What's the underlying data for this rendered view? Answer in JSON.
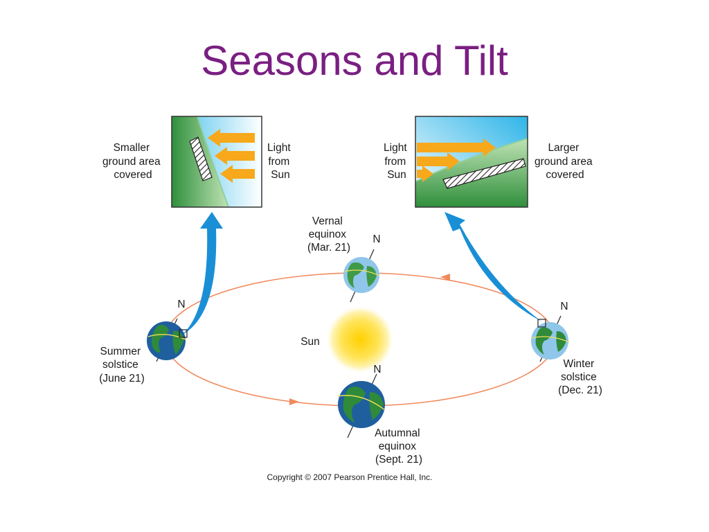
{
  "title": "Seasons and Tilt",
  "insets": {
    "left": {
      "ground_label": [
        "Smaller",
        "ground area",
        "covered"
      ],
      "light_label": [
        "Light",
        "from",
        "Sun"
      ]
    },
    "right": {
      "light_label": [
        "Light",
        "from",
        "Sun"
      ],
      "ground_label": [
        "Larger",
        "ground area",
        "covered"
      ]
    }
  },
  "orbit": {
    "sun_label": "Sun",
    "north_label": "N",
    "positions": {
      "vernal": [
        "Vernal",
        "equinox",
        "(Mar. 21)"
      ],
      "summer": [
        "Summer",
        "solstice",
        "(June 21)"
      ],
      "winter": [
        "Winter",
        "solstice",
        "(Dec. 21)"
      ],
      "autumnal": [
        "Autumnal",
        "equinox",
        "(Sept. 21)"
      ]
    }
  },
  "copyright": "Copyright © 2007 Pearson Prentice Hall, Inc.",
  "colors": {
    "title": "#7a1f82",
    "orbit": "#f08a5d",
    "sun": "#ffd21a",
    "blue_arrow": "#1a8fd6",
    "light_arrow": "#f7a81b",
    "ocean": "#1f5f9e",
    "land": "#2f8a3a"
  }
}
